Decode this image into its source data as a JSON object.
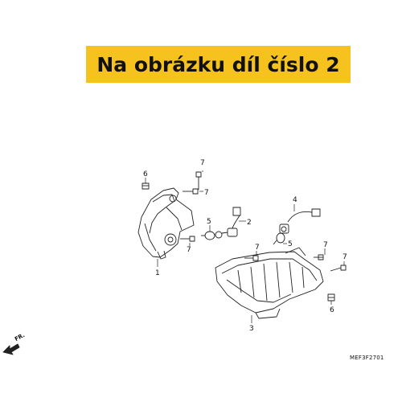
{
  "banner": {
    "text": "Na obrázku díl číslo 2",
    "color": "#f6c21e"
  },
  "callouts": {
    "c1": "1",
    "c2": "2",
    "c3": "3",
    "c4": "4",
    "c5a": "5",
    "c5b": "5",
    "c6a": "6",
    "c6b": "6",
    "c7a": "7",
    "c7b": "7",
    "c7c": "7",
    "c7d": "7",
    "c7e": "7",
    "c7f": "7"
  },
  "diagram_code": "MEF3F2701",
  "front_marker": "FR."
}
